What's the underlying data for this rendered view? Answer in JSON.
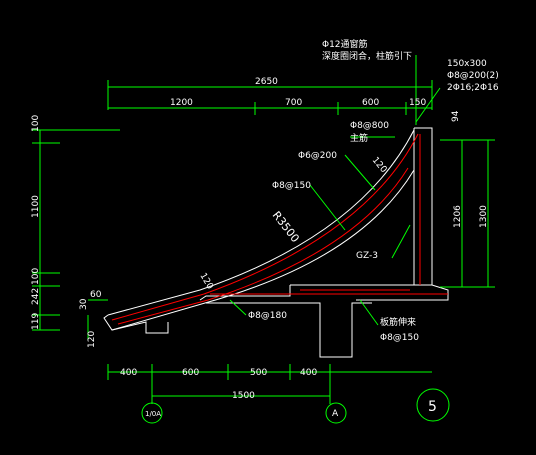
{
  "colors": {
    "background": "#000000",
    "dimension": "#00ff00",
    "outline": "#ffffff",
    "rebar": "#ff0000",
    "text": "#ffffff"
  },
  "labels": {
    "top_total": "2650",
    "top_segments": [
      "1200",
      "700",
      "600",
      "150"
    ],
    "bottom_segments": [
      "400",
      "600",
      "500",
      "400"
    ],
    "bottom_total": "1500",
    "left_dims": [
      "100",
      "1100",
      "100",
      "242",
      "119"
    ],
    "right_dims": [
      "1206",
      "1300"
    ],
    "small_60": "60",
    "small_30": "30",
    "small_120": "120",
    "radius": "R3500",
    "thick_120_a": "120",
    "thick_120_b": "120",
    "dim_94": "94",
    "note_phi12": "Φ12通窗筋",
    "note_phi12_sub": "深度圈闭合，柱筋引下",
    "section_size": "150x300",
    "stirrup": "Φ8@200(2)",
    "main_bars": "2Φ16;2Φ16",
    "phi8_800": "Φ8@800",
    "phi8_800_sub": "主筋",
    "phi6_200": "Φ6@200",
    "phi8_150": "Φ8@150",
    "gz3": "GZ-3",
    "phi8_180": "Φ8@180",
    "slab_note": "板筋伸来",
    "phi8_150_b": "Φ8@150",
    "axis_left": "1/0A",
    "axis_right": "A",
    "detail_no": "5"
  }
}
